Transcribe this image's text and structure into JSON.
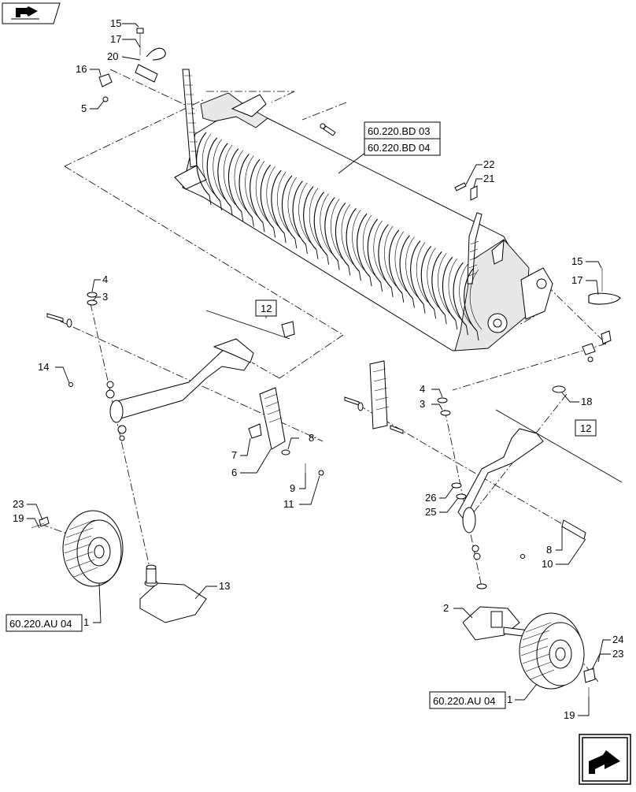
{
  "diagram": {
    "callouts": [
      {
        "id": "c15a",
        "text": "15"
      },
      {
        "id": "c17a",
        "text": "17"
      },
      {
        "id": "c20",
        "text": "20"
      },
      {
        "id": "c16",
        "text": "16"
      },
      {
        "id": "c5",
        "text": "5"
      },
      {
        "id": "c22",
        "text": "22"
      },
      {
        "id": "c21",
        "text": "21"
      },
      {
        "id": "c15b",
        "text": "15"
      },
      {
        "id": "c17b",
        "text": "17"
      },
      {
        "id": "c4a",
        "text": "4"
      },
      {
        "id": "c3a",
        "text": "3"
      },
      {
        "id": "c14",
        "text": "14"
      },
      {
        "id": "c8a",
        "text": "8"
      },
      {
        "id": "c7",
        "text": "7"
      },
      {
        "id": "c6",
        "text": "6"
      },
      {
        "id": "c9",
        "text": "9"
      },
      {
        "id": "c11",
        "text": "11"
      },
      {
        "id": "c23a",
        "text": "23"
      },
      {
        "id": "c19a",
        "text": "19"
      },
      {
        "id": "c13",
        "text": "13"
      },
      {
        "id": "c1a",
        "text": "1"
      },
      {
        "id": "c4b",
        "text": "4"
      },
      {
        "id": "c3b",
        "text": "3"
      },
      {
        "id": "c18",
        "text": "18"
      },
      {
        "id": "c26",
        "text": "26"
      },
      {
        "id": "c25",
        "text": "25"
      },
      {
        "id": "c8b",
        "text": "8"
      },
      {
        "id": "c10",
        "text": "10"
      },
      {
        "id": "c2",
        "text": "2"
      },
      {
        "id": "c24",
        "text": "24"
      },
      {
        "id": "c23b",
        "text": "23"
      },
      {
        "id": "c1b",
        "text": "1"
      },
      {
        "id": "c19b",
        "text": "19"
      }
    ],
    "boxed_labels": [
      {
        "id": "b12a",
        "text": "12"
      },
      {
        "id": "b12b",
        "text": "12"
      }
    ],
    "references": [
      {
        "id": "bd03",
        "text": "60.220.BD 03"
      },
      {
        "id": "bd04",
        "text": "60.220.BD 04"
      },
      {
        "id": "au04a",
        "text": "60.220.AU 04"
      },
      {
        "id": "au04b",
        "text": "60.220.AU 04"
      }
    ],
    "icons": {
      "top_left": "book-arrow-icon",
      "bottom_right": "next-page-arrow-icon"
    }
  }
}
